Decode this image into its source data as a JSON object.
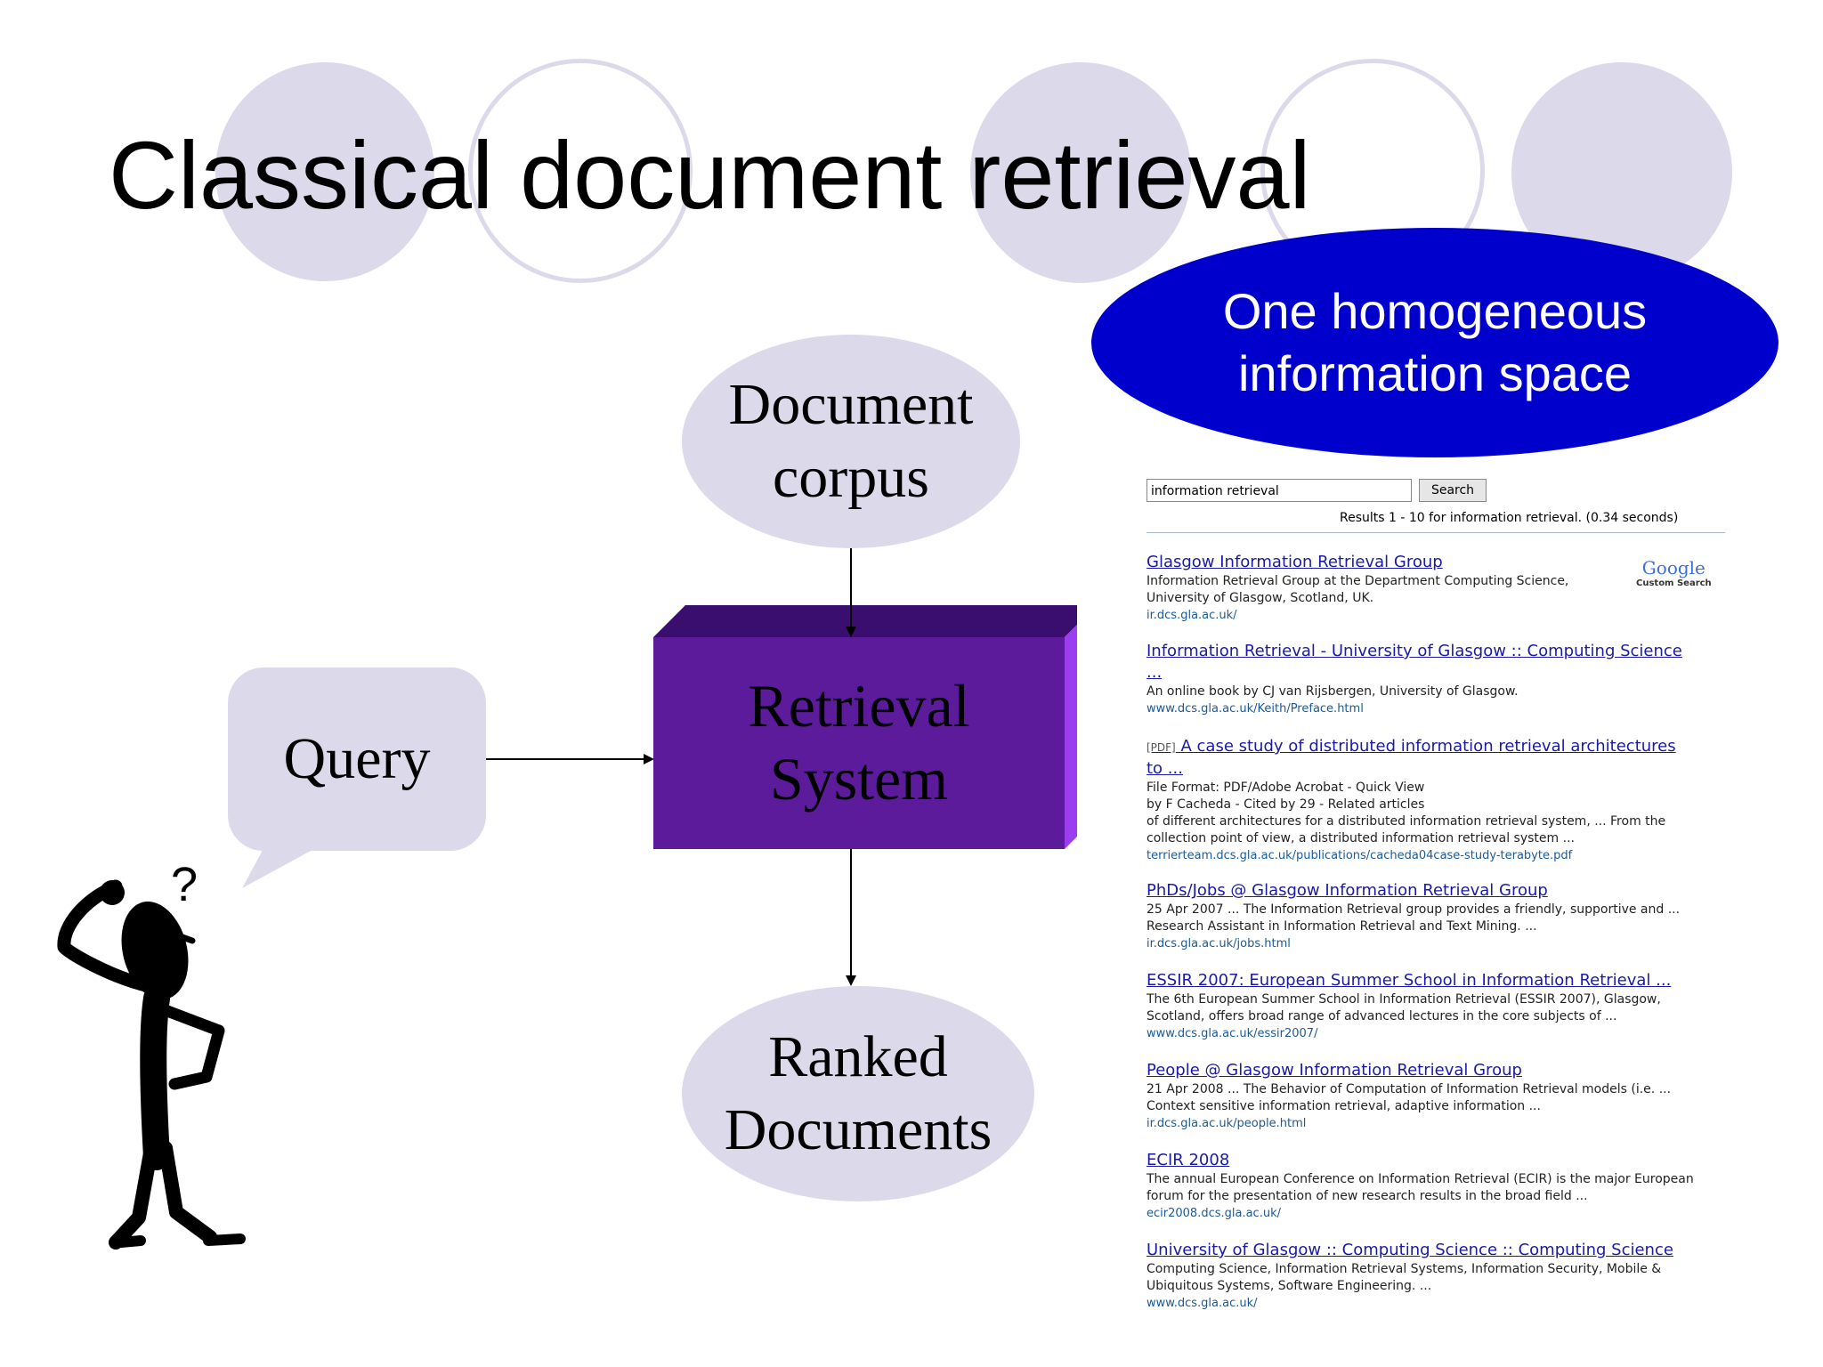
{
  "slide": {
    "title": "Classical document retrieval",
    "info_space": {
      "line1": "One homogeneous",
      "line2": "information space"
    },
    "document_corpus": {
      "line1": "Document",
      "line2": "corpus"
    },
    "retrieval_system": {
      "line1": "Retrieval",
      "line2": "System"
    },
    "query": "Query",
    "ranked_documents": {
      "line1": "Ranked",
      "line2": "Documents"
    },
    "thought_mark": "?"
  },
  "colors": {
    "accent_blue": "#0000cc",
    "bubble_lavender": "#dcdaea",
    "box_purple": "#5b1b9b"
  },
  "search": {
    "query": "information retrieval",
    "button": "Search",
    "stats": "Results 1 - 10 for information retrieval. (0.34 seconds)",
    "brand": {
      "logo": "Google",
      "caption": "Custom Search"
    },
    "results": [
      {
        "title": "Glasgow Information Retrieval Group",
        "snippet1": "Information Retrieval Group at the Department Computing Science,",
        "snippet2": "University of Glasgow, Scotland, UK.",
        "url": "ir.dcs.gla.ac.uk/"
      },
      {
        "title": "Information Retrieval - University of Glasgow :: Computing Science",
        "title2": "...",
        "snippet1": "An online book by CJ van Rijsbergen, University of Glasgow.",
        "url": "www.dcs.gla.ac.uk/Keith/Preface.html"
      },
      {
        "prefix": "[PDF]",
        "title": "A case study of distributed information retrieval architectures",
        "title2": "to ...",
        "line_format": "File Format: PDF/Adobe Acrobat - Quick View",
        "line_cite": "by F Cacheda - Cited by 29 - Related articles",
        "snippet1": "of different architectures for a distributed information retrieval system, ... From the",
        "snippet2": "collection point of view, a distributed information retrieval system ...",
        "url": "terrierteam.dcs.gla.ac.uk/publications/cacheda04case-study-terabyte.pdf"
      },
      {
        "title": "PhDs/Jobs @ Glasgow Information Retrieval Group",
        "snippet1": "25 Apr 2007 ... The Information Retrieval group provides a friendly, supportive and ...",
        "snippet2": "Research Assistant in Information Retrieval and Text Mining. ...",
        "url": "ir.dcs.gla.ac.uk/jobs.html"
      },
      {
        "title": "ESSIR 2007: European Summer School in Information Retrieval ...",
        "snippet1": "The 6th European Summer School in Information Retrieval (ESSIR 2007), Glasgow,",
        "snippet2": "Scotland, offers broad range of advanced lectures in the core subjects of ...",
        "url": "www.dcs.gla.ac.uk/essir2007/"
      },
      {
        "title": "People @ Glasgow Information Retrieval Group",
        "snippet1": "21 Apr 2008 ... The Behavior of Computation of Information Retrieval models (i.e. ...",
        "snippet2": "Context sensitive information retrieval, adaptive information ...",
        "url": "ir.dcs.gla.ac.uk/people.html"
      },
      {
        "title": "ECIR 2008",
        "snippet1": "The annual European Conference on Information Retrieval (ECIR) is the major European",
        "snippet2": "forum for the presentation of new research results in the broad field ...",
        "url": "ecir2008.dcs.gla.ac.uk/"
      },
      {
        "title": "University of Glasgow :: Computing Science :: Computing Science",
        "snippet1": "Computing Science, Information Retrieval Systems, Information Security, Mobile &",
        "snippet2": "Ubiquitous Systems, Software Engineering. ...",
        "url": "www.dcs.gla.ac.uk/"
      }
    ]
  }
}
